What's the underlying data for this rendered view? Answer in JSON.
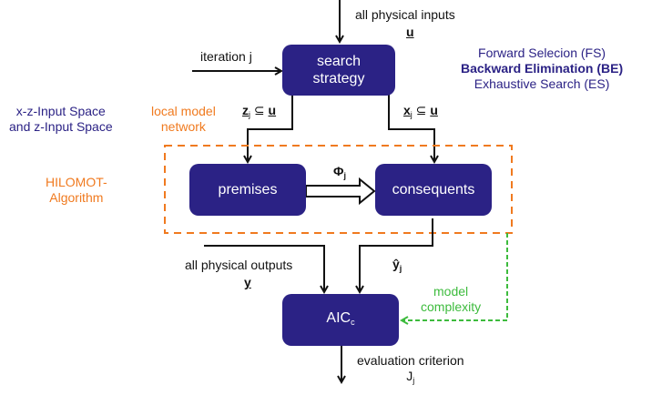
{
  "boxes": {
    "search_strategy": "search strategy",
    "premises": "premises",
    "consequents": "consequents",
    "aic": "AIC",
    "aic_sub": "c"
  },
  "labels": {
    "all_inputs": "all physical inputs",
    "u_symbol": "u",
    "iteration": "iteration j",
    "z_subset": "z",
    "z_subset_tail": " ⊆ ",
    "x_subset": "x",
    "x_subset_tail": " ⊆ ",
    "j": "j",
    "phi": "Φ",
    "all_outputs": "all physical outputs",
    "y_symbol": "y",
    "y_hat": "ŷ",
    "model_complexity_1": "model",
    "model_complexity_2": "complexity",
    "evaluation": "evaluation criterion",
    "J": "J"
  },
  "methods": {
    "forward": "Forward Selecion (FS)",
    "backward": "Backward Elimination (BE)",
    "exhaustive": "Exhaustive Search (ES)"
  },
  "side": {
    "input_space_1": "x-z-Input Space",
    "input_space_2": "and z-Input Space",
    "local_model_1": "local model",
    "local_model_2": "network",
    "hilomot_1": "HILOMOT-",
    "hilomot_2": "Algorithm"
  },
  "colors": {
    "box": "#2b2285",
    "orange": "#f07a1f",
    "green": "#3dbb3d",
    "navy_text": "#2b2285"
  }
}
